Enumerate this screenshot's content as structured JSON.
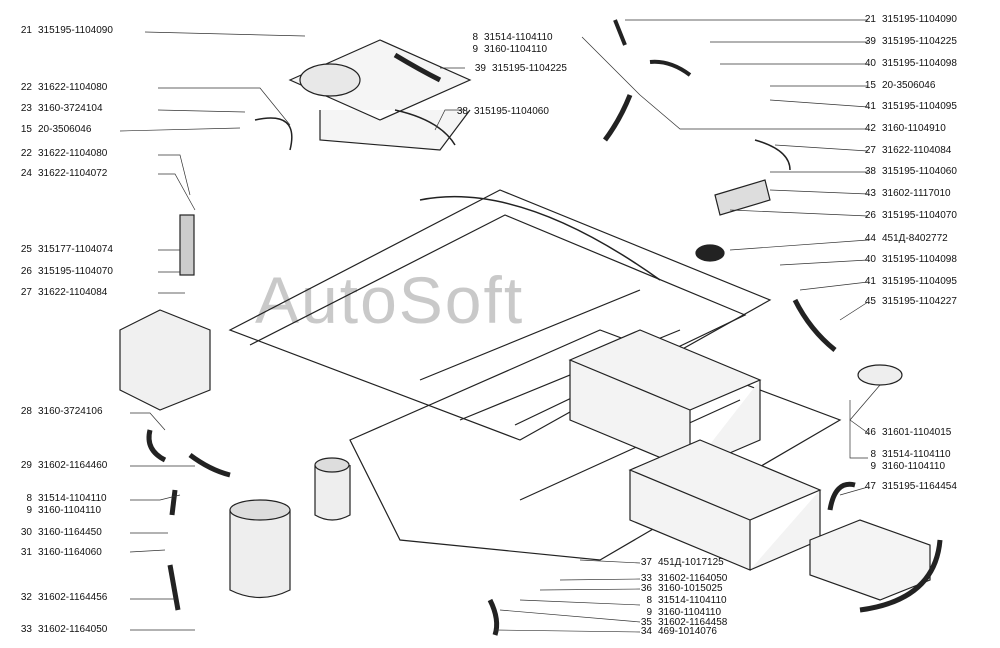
{
  "watermark": "AutoSoft",
  "callouts": [
    {
      "n": "21",
      "code": "315195-1104090"
    },
    {
      "n": "22",
      "code": "31622-1104080"
    },
    {
      "n": "23",
      "code": "3160-3724104"
    },
    {
      "n": "15",
      "code": "20-3506046"
    },
    {
      "n": "22",
      "code": "31622-1104080"
    },
    {
      "n": "24",
      "code": "31622-1104072"
    },
    {
      "n": "25",
      "code": "315177-1104074"
    },
    {
      "n": "26",
      "code": "315195-1104070"
    },
    {
      "n": "27",
      "code": "31622-1104084"
    },
    {
      "n": "28",
      "code": "3160-3724106"
    },
    {
      "n": "29",
      "code": "31602-1164460"
    },
    {
      "n": "8",
      "code": "31514-1104110"
    },
    {
      "n": "9",
      "code": "3160-1104110"
    },
    {
      "n": "30",
      "code": "3160-1164450"
    },
    {
      "n": "31",
      "code": "3160-1164060"
    },
    {
      "n": "32",
      "code": "31602-1164456"
    },
    {
      "n": "33",
      "code": "31602-1164050"
    },
    {
      "n": "8",
      "code": "31514-1104110"
    },
    {
      "n": "9",
      "code": "3160-1104110"
    },
    {
      "n": "39",
      "code": "315195-1104225"
    },
    {
      "n": "38",
      "code": "315195-1104060"
    },
    {
      "n": "21",
      "code": "315195-1104090"
    },
    {
      "n": "39",
      "code": "315195-1104225"
    },
    {
      "n": "40",
      "code": "315195-1104098"
    },
    {
      "n": "15",
      "code": "20-3506046"
    },
    {
      "n": "41",
      "code": "315195-1104095"
    },
    {
      "n": "42",
      "code": "3160-1104910"
    },
    {
      "n": "27",
      "code": "31622-1104084"
    },
    {
      "n": "38",
      "code": "315195-1104060"
    },
    {
      "n": "43",
      "code": "31602-1117010"
    },
    {
      "n": "26",
      "code": "315195-1104070"
    },
    {
      "n": "44",
      "code": "451Д-8402772"
    },
    {
      "n": "40",
      "code": "315195-1104098"
    },
    {
      "n": "41",
      "code": "315195-1104095"
    },
    {
      "n": "45",
      "code": "315195-1104227"
    },
    {
      "n": "46",
      "code": "31601-1104015"
    },
    {
      "n": "8",
      "code": "31514-1104110"
    },
    {
      "n": "9",
      "code": "3160-1104110"
    },
    {
      "n": "47",
      "code": "315195-1164454"
    },
    {
      "n": "37",
      "code": "451Д-1017125"
    },
    {
      "n": "33",
      "code": "31602-1164050"
    },
    {
      "n": "36",
      "code": "3160-1015025"
    },
    {
      "n": "8",
      "code": "31514-1104110"
    },
    {
      "n": "9",
      "code": "3160-1104110"
    },
    {
      "n": "35",
      "code": "31602-1164458"
    },
    {
      "n": "34",
      "code": "469-1014076"
    }
  ]
}
